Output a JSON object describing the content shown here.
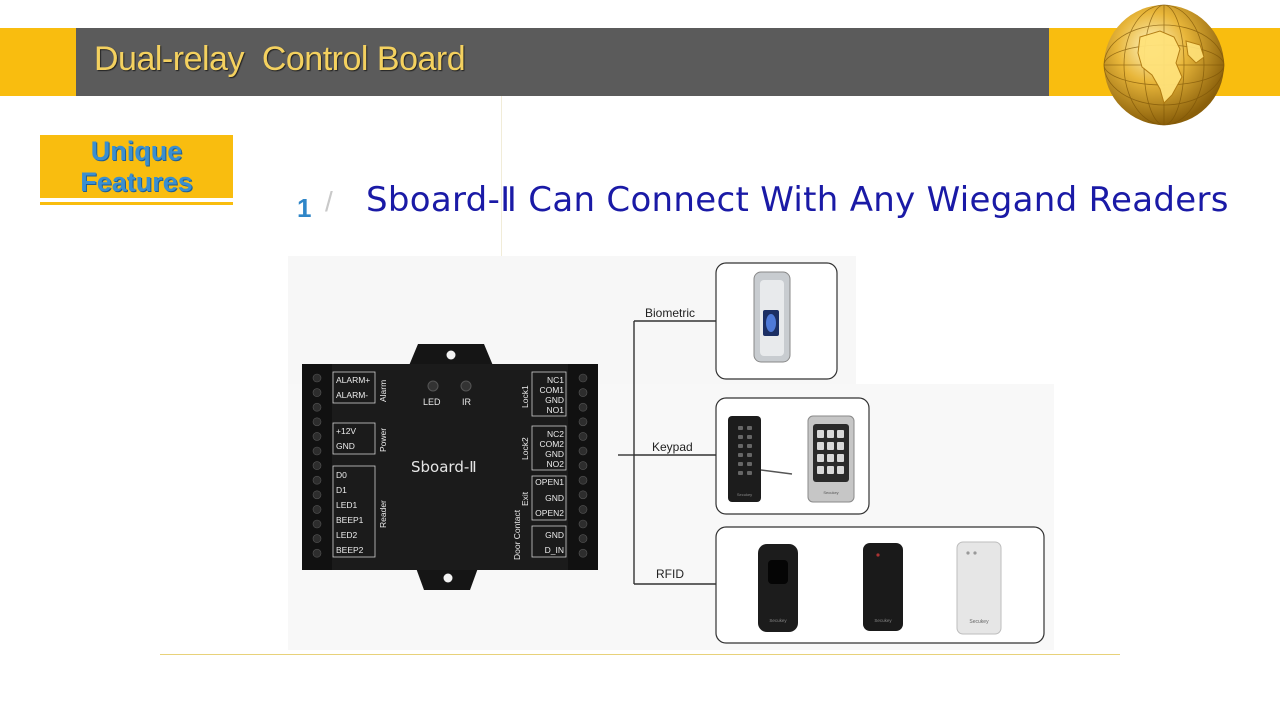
{
  "header": {
    "title": "Dual-relay  Control Board"
  },
  "badge": {
    "line1": "Unique",
    "line2": "Features"
  },
  "feature": {
    "number": "1",
    "separator": "/",
    "heading": "Sboard-Ⅱ Can Connect With Any Wiegand Readers"
  },
  "board": {
    "name": "Sboard-Ⅱ",
    "led_label": "LED",
    "ir_label": "IR",
    "left_groups": [
      {
        "title": "Alarm",
        "pins": [
          "ALARM+",
          "ALARM-"
        ]
      },
      {
        "title": "Power",
        "pins": [
          "+12V",
          "GND"
        ]
      },
      {
        "title": "Reader",
        "pins": [
          "D0",
          "D1",
          "LED1",
          "BEEP1",
          "LED2",
          "BEEP2"
        ]
      }
    ],
    "right_groups": [
      {
        "title": "Lock1",
        "pins": [
          "NC1",
          "COM1",
          "GND",
          "NO1"
        ]
      },
      {
        "title": "Lock2",
        "pins": [
          "NC2",
          "COM2",
          "GND",
          "NO2"
        ]
      },
      {
        "title": "Exit",
        "pins": [
          "OPEN1",
          "GND",
          "OPEN2"
        ]
      },
      {
        "title": "Door Contact",
        "pins": [
          "GND",
          "D_IN"
        ]
      }
    ]
  },
  "readers": {
    "biometric": "Biometric",
    "keypad": "Keypad",
    "rfid": "RFID"
  },
  "brand_marks": [
    "Secukey",
    "Secukey",
    "Secukey",
    "Secukey",
    "Secukey"
  ]
}
